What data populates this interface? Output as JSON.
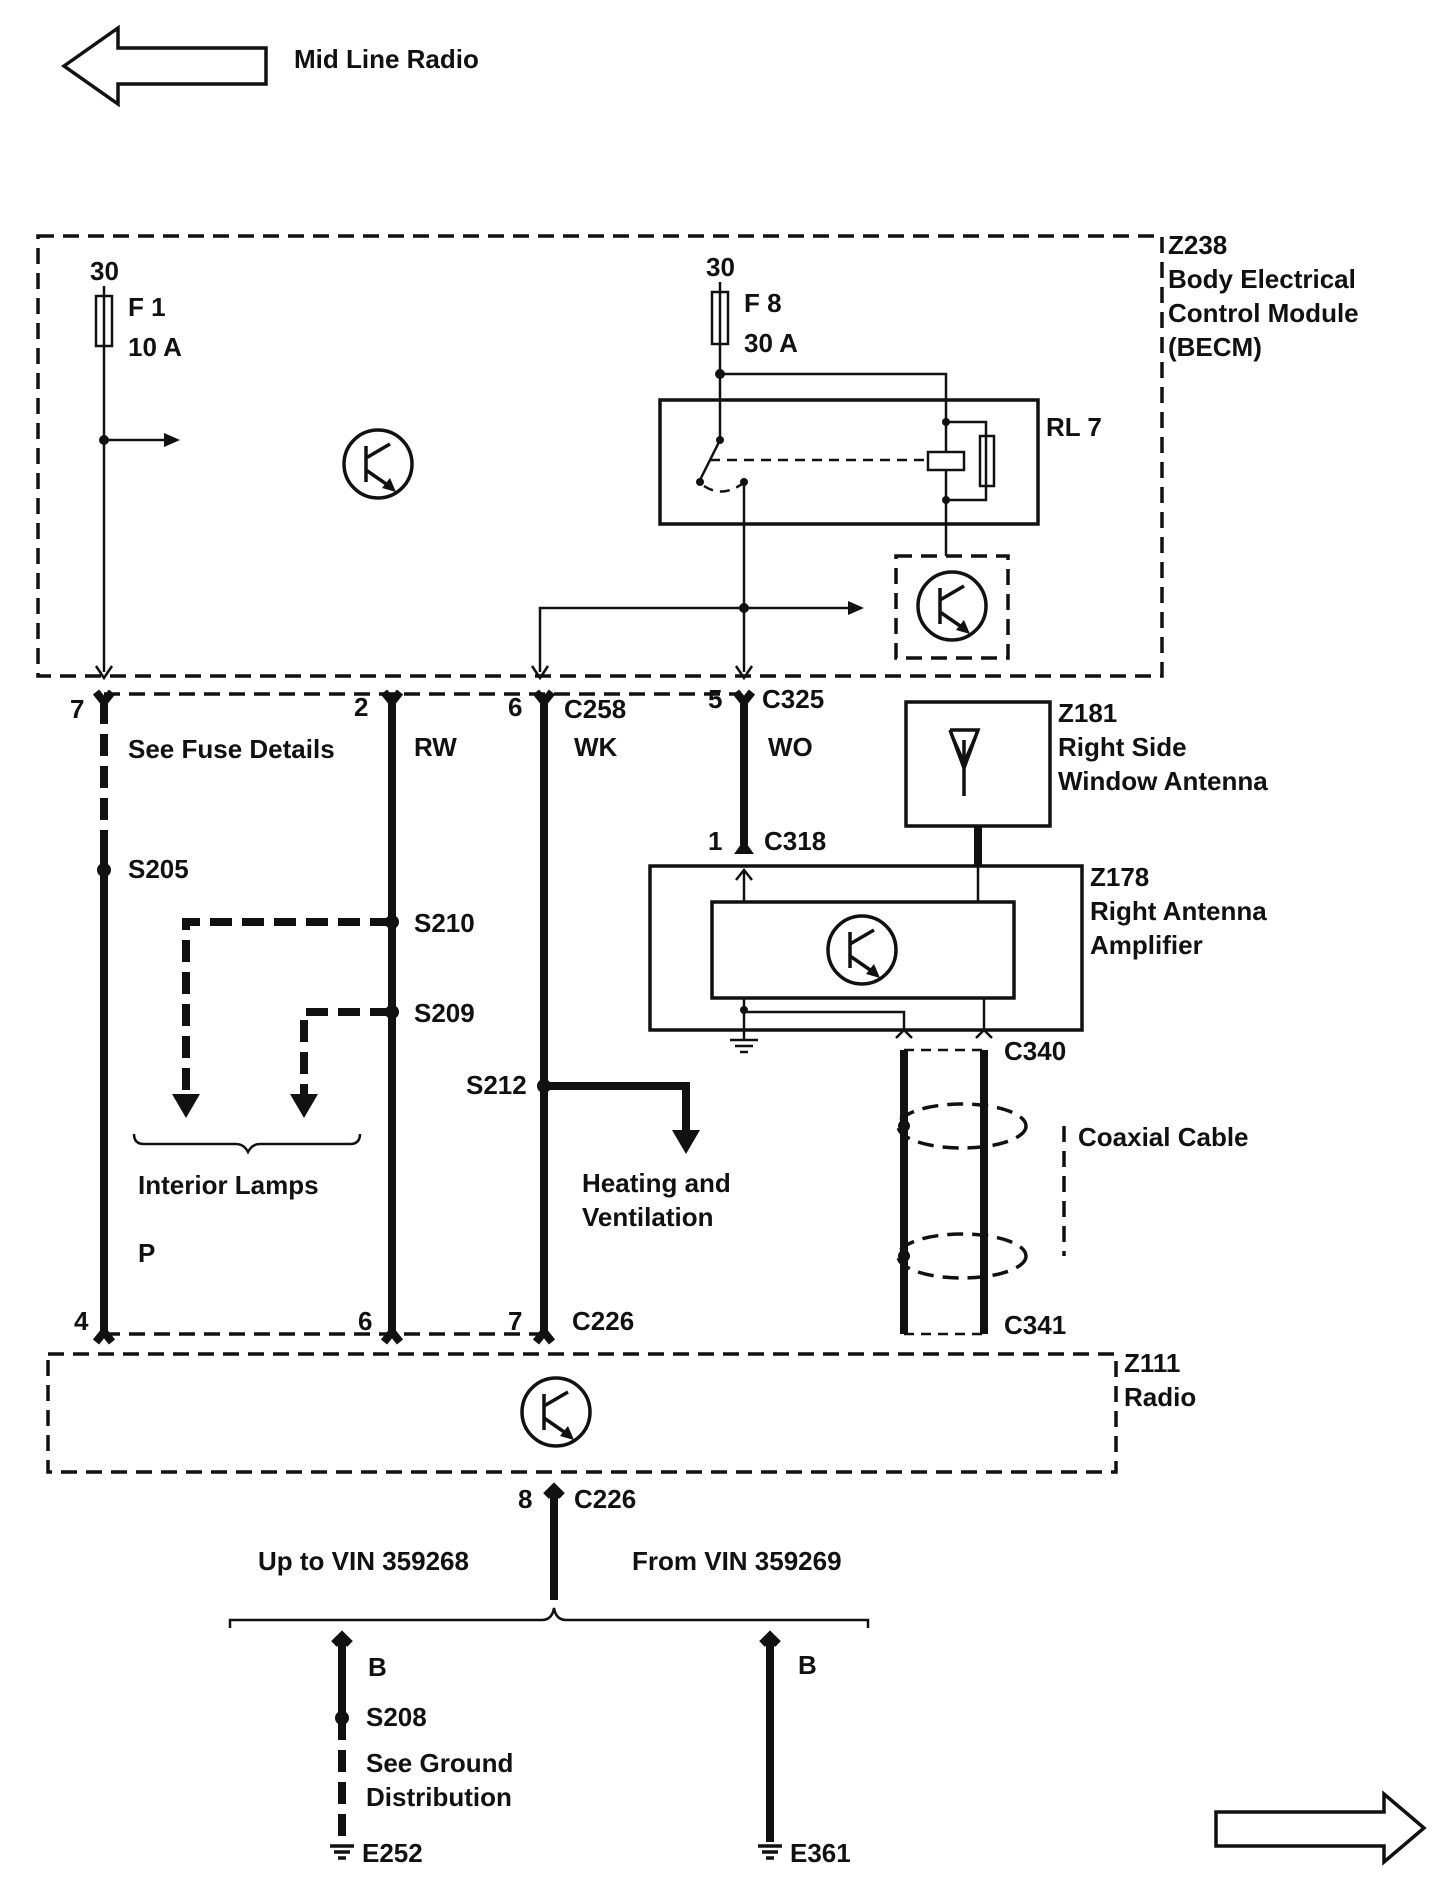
{
  "nav": {
    "prev_label": "Mid Line Radio"
  },
  "becm": {
    "id": "Z238",
    "name_line1": "Body Electrical",
    "name_line2": "Control Module",
    "name_line3": "(BECM)",
    "fuse1": {
      "supply": "30",
      "name": "F 1",
      "rating": "10 A"
    },
    "fuse8": {
      "supply": "30",
      "name": "F 8",
      "rating": "30 A"
    },
    "relay": "RL 7"
  },
  "connectors": {
    "c258": "C258",
    "c325": "C325",
    "c318": "C318",
    "c340": "C340",
    "c341": "C341",
    "c226_top": "C226",
    "c226_bottom": "C226"
  },
  "pins": {
    "top_p": "7",
    "top_rw": "2",
    "top_wk": "6",
    "top_wo": "5",
    "c318": "1",
    "bot_p": "4",
    "bot_rw": "6",
    "bot_wk": "7",
    "radio_gnd": "8"
  },
  "wires": {
    "rw": "RW",
    "wk": "WK",
    "wo": "WO",
    "p": "P",
    "b_left": "B",
    "b_right": "B"
  },
  "notes": {
    "fuse_details": "See Fuse Details",
    "interior_lamps": "Interior Lamps",
    "heating_line1": "Heating and",
    "heating_line2": "Ventilation",
    "coax": "Coaxial Cable",
    "vin_up": "Up to VIN 359268",
    "vin_from": "From VIN 359269",
    "ground_line1": "See Ground",
    "ground_line2": "Distribution"
  },
  "splices": {
    "s205": "S205",
    "s210": "S210",
    "s209": "S209",
    "s212": "S212",
    "s208": "S208"
  },
  "antenna": {
    "id": "Z181",
    "line1": "Right Side",
    "line2": "Window Antenna"
  },
  "amplifier": {
    "id": "Z178",
    "line1": "Right Antenna",
    "line2": "Amplifier"
  },
  "radio": {
    "id": "Z111",
    "name": "Radio"
  },
  "grounds": {
    "left": "E252",
    "right": "E361"
  }
}
